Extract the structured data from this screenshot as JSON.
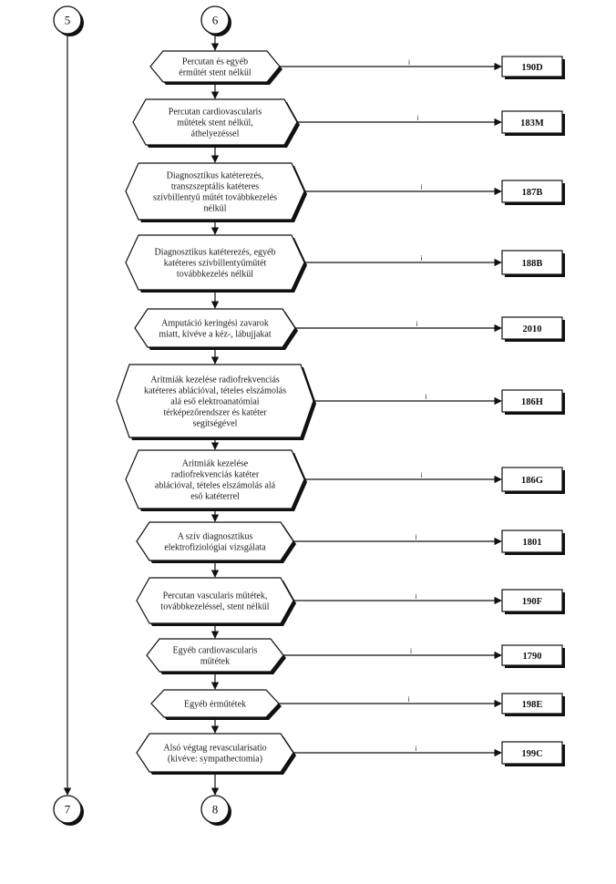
{
  "connectors": [
    {
      "id": "c5",
      "label": "5"
    },
    {
      "id": "c6",
      "label": "6"
    },
    {
      "id": "c7",
      "label": "7"
    },
    {
      "id": "c8",
      "label": "8"
    }
  ],
  "steps": [
    {
      "lines": [
        "Percutan és egyéb",
        "érműtét stent nélkül"
      ],
      "branch_label": "i",
      "code": "190D"
    },
    {
      "lines": [
        "Percutan cardiovascularis",
        "műtétek stent nélkül,",
        "áthelyezéssel"
      ],
      "branch_label": "i",
      "code": "183M"
    },
    {
      "lines": [
        "Diagnosztikus katéterezés,",
        "transzszeptális katéteres",
        "szívbillentyű műtét továbbkezelés",
        "nélkül"
      ],
      "branch_label": "i",
      "code": "187B"
    },
    {
      "lines": [
        "Diagnosztikus katéterezés, egyéb",
        "katéteres szívbillentyűműtét",
        "továbbkezelés nélkül"
      ],
      "branch_label": "i",
      "code": "188B"
    },
    {
      "lines": [
        "Amputáció keringési zavarok",
        "miatt, kivéve a kéz-, lábujjakat"
      ],
      "branch_label": "i",
      "code": "2010"
    },
    {
      "lines": [
        "Aritmiák kezelése radiofrekvenciás",
        "katéteres ablációval, tételes elszámolás",
        "alá eső elektroanatómiai",
        "térképezőrendszer és katéter",
        "segítségével"
      ],
      "branch_label": "i",
      "code": "186H"
    },
    {
      "lines": [
        "Aritmiák kezelése",
        "radiofrekvenciás katéter",
        "ablációval, tételes elszámolás alá",
        "eső katéterrel"
      ],
      "branch_label": "i",
      "code": "186G"
    },
    {
      "lines": [
        "A szív diagnosztikus",
        "elektrofiziológiai vizsgálata"
      ],
      "branch_label": "i",
      "code": "1801"
    },
    {
      "lines": [
        "Percutan vascularis műtétek,",
        "továbbkezeléssel, stent nélkül"
      ],
      "branch_label": "i",
      "code": "190F"
    },
    {
      "lines": [
        "Egyéb cardiovascularis",
        "műtétek"
      ],
      "branch_label": "i",
      "code": "1790"
    },
    {
      "lines": [
        "Egyéb érműtétek"
      ],
      "branch_label": "i",
      "code": "198E"
    },
    {
      "lines": [
        "Alsó végtag revascularisatio",
        "(kivéve: sympathectomia)"
      ],
      "branch_label": "i",
      "code": "199C"
    }
  ]
}
